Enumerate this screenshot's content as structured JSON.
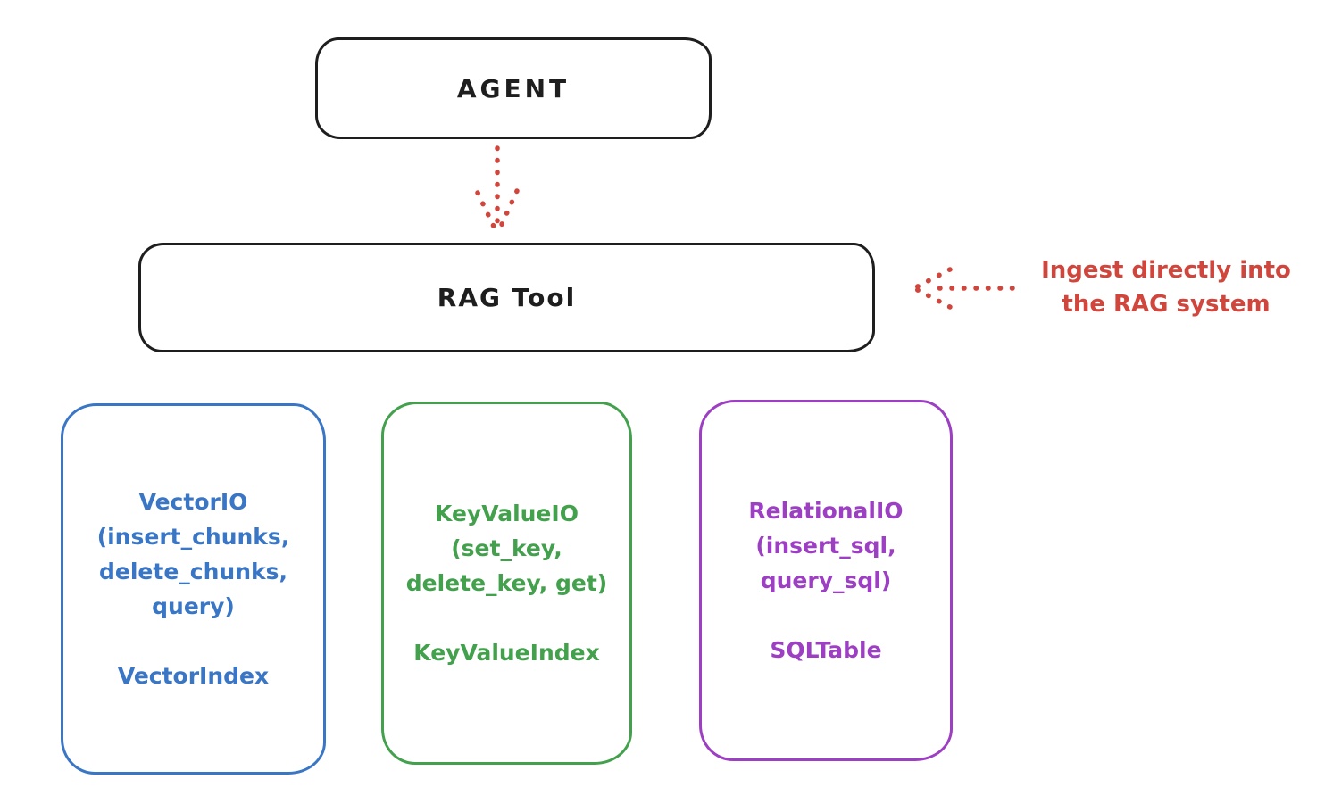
{
  "diagram": {
    "agent": {
      "label": "AGENT"
    },
    "rag_tool": {
      "label": "RAG Tool"
    },
    "annotation": {
      "line1": "Ingest directly into",
      "line2": "the RAG system"
    },
    "arrows": [
      {
        "name": "agent-to-rag-tool",
        "style": "dotted",
        "direction": "down"
      },
      {
        "name": "ingest-into-rag",
        "style": "dotted",
        "direction": "left"
      }
    ],
    "io_boxes": [
      {
        "title": "VectorIO",
        "methods": [
          "(insert_chunks,",
          "delete_chunks,",
          "query)"
        ],
        "index_label": "VectorIndex",
        "color": "#3a76c6"
      },
      {
        "title": "KeyValueIO",
        "methods": [
          "(set_key,",
          "delete_key, get)"
        ],
        "index_label": "KeyValueIndex",
        "color": "#43a04c"
      },
      {
        "title": "RelationalIO",
        "methods": [
          "(insert_sql,",
          "query_sql)"
        ],
        "index_label": "SQLTable",
        "color": "#9d3fc2"
      }
    ],
    "colors": {
      "ink": "#1e1e1e",
      "red": "#d0453c",
      "background": "#ffffff"
    }
  }
}
